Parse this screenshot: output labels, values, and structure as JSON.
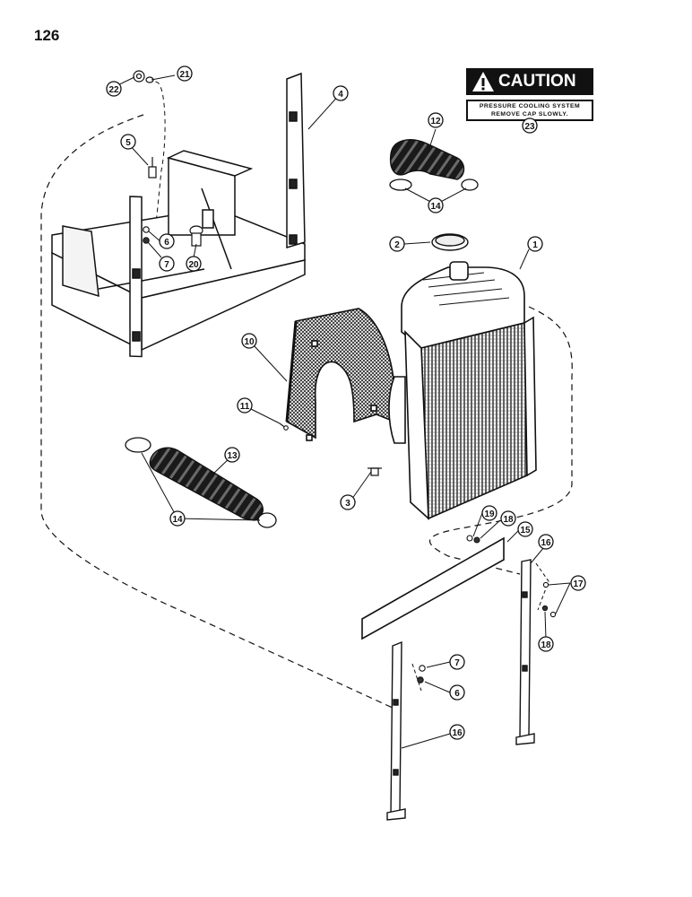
{
  "page": {
    "number": "126"
  },
  "caution": {
    "heading": "CAUTION",
    "line1": "PRESSURE COOLING SYSTEM",
    "line2": "REMOVE CAP SLOWLY."
  },
  "callouts": {
    "c1": "1",
    "c2": "2",
    "c3": "3",
    "c4": "4",
    "c5": "5",
    "c6a": "6",
    "c6b": "6",
    "c7a": "7",
    "c7b": "7",
    "c10": "10",
    "c11": "11",
    "c12": "12",
    "c13": "13",
    "c14a": "14",
    "c14b": "14",
    "c15": "15",
    "c16a": "16",
    "c16b": "16",
    "c17": "17",
    "c18a": "18",
    "c18b": "18",
    "c19": "19",
    "c20": "20",
    "c21": "21",
    "c22": "22",
    "c23": "23"
  },
  "icons": {
    "warning": "warning-triangle-icon"
  }
}
